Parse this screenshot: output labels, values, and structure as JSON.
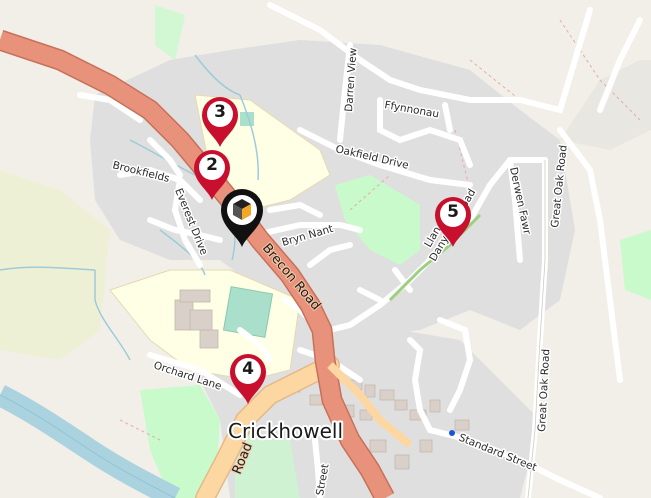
{
  "map": {
    "place_label": "Crickhowell",
    "streets": {
      "brecon_road": "Brecon Road",
      "a_road_lower": "Road",
      "oakfield_drive": "Oakfield Drive",
      "darren_view": "Darren View",
      "ffynnonau": "Ffynnonau",
      "brookfields": "Brookfields",
      "everest_drive": "Everest Drive",
      "bryn_nant": "Bryn Nant",
      "danygrug_road": "Danygrug Road",
      "llan": "Llan",
      "derwen_fawr": "Derwen Fawr",
      "great_oak_road_upper": "Great Oak Road",
      "great_oak_road_lower": "Great Oak Road",
      "orchard_lane": "Orchard Lane",
      "standard_street": "Standard Street",
      "street_lower": "Street"
    },
    "markers": [
      {
        "label": "3"
      },
      {
        "label": "2"
      },
      {
        "label": "4"
      },
      {
        "label": "5"
      }
    ],
    "main_marker": {
      "icon": "venue-logo-icon"
    },
    "colors": {
      "land": "#f2efe9",
      "residential": "#e0dfdf",
      "major_road": "#e8927c",
      "secondary_road": "#fdd7a1",
      "school": "#ffffe5",
      "park": "#c8facc",
      "pitch": "#aae0cb",
      "water": "#aad3df",
      "pin_red": "#c8102e",
      "pin_black": "#111111"
    }
  }
}
